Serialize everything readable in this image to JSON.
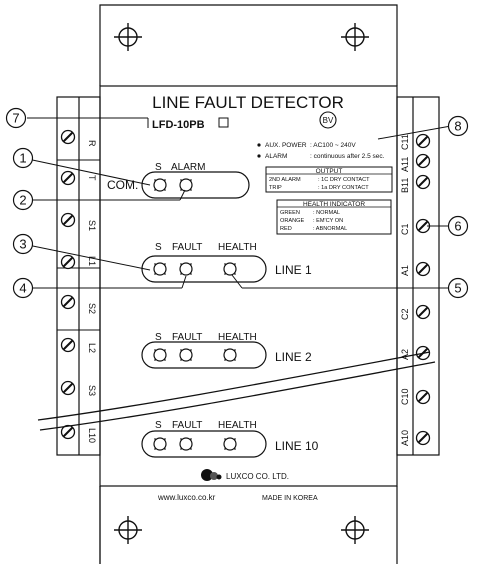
{
  "device": {
    "title": "LINE FAULT DETECTOR",
    "model": "LFD-10PB",
    "bv_mark": "BV",
    "aux_power_label": "AUX. POWER",
    "aux_power_value": ": AC100 ~ 240V",
    "alarm_label": "ALARM",
    "alarm_value": ": continuous after 2.5 sec.",
    "output_header": "OUTPUT",
    "output_rows": [
      {
        "label": "2ND ALARM",
        "value": ": 1C DRY CONTACT"
      },
      {
        "label": "TRIP",
        "value": ": 1a DRY CONTACT"
      }
    ],
    "health_header": "HEALTH INDICATOR",
    "health_rows": [
      {
        "label": "GREEN",
        "value": ": NORMAL"
      },
      {
        "label": "ORANGE",
        "value": ": EM'CY ON"
      },
      {
        "label": "RED",
        "value": ": ABNORMAL"
      }
    ],
    "com_panel": {
      "label": "COM.",
      "s": "S",
      "alarm": "ALARM"
    },
    "line_panels": [
      {
        "label": "LINE 1",
        "s": "S",
        "fault": "FAULT",
        "health": "HEALTH"
      },
      {
        "label": "LINE 2",
        "s": "S",
        "fault": "FAULT",
        "health": "HEALTH"
      },
      {
        "label": "LINE 10",
        "s": "S",
        "fault": "FAULT",
        "health": "HEALTH"
      }
    ],
    "manufacturer": "LUXCO CO. LTD.",
    "website": "www.luxco.co.kr",
    "made_in": "MADE IN KOREA"
  },
  "left_terminals": [
    "R",
    "T",
    "S1",
    "L1",
    "S2",
    "L2",
    "S3",
    "L10"
  ],
  "right_terminals": [
    "C11",
    "A11",
    "B11",
    "C1",
    "A1",
    "C2",
    "A2",
    "C10",
    "A10"
  ],
  "callouts": [
    "1",
    "2",
    "3",
    "4",
    "5",
    "6",
    "7",
    "8"
  ]
}
